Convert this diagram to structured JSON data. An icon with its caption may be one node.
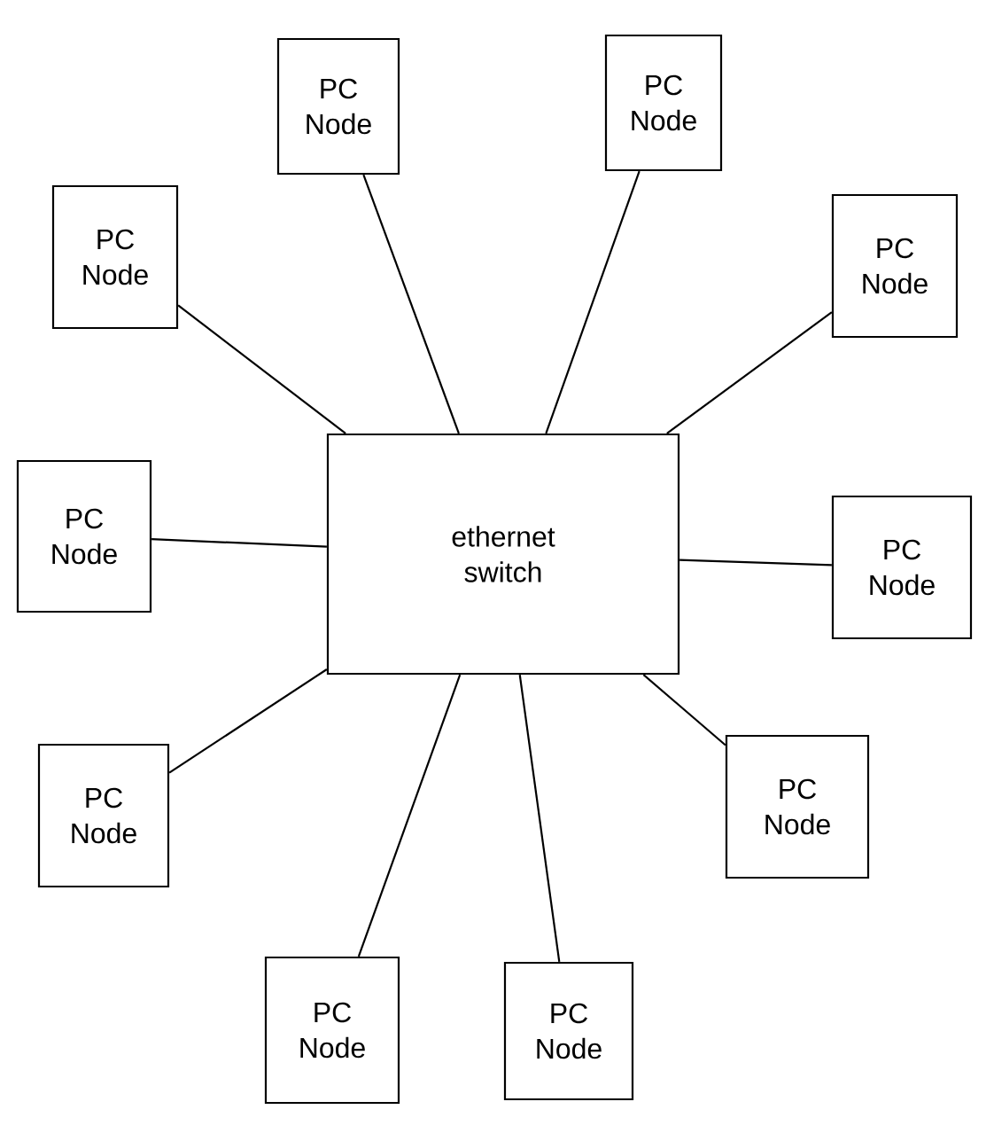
{
  "diagram": {
    "nodes": [
      {
        "text": [
          "ethernet switch"
        ]
      },
      {
        "text": [
          "PC Node"
        ]
      },
      {
        "text": [
          "PC Node"
        ]
      },
      {
        "text": [
          "PC Node"
        ]
      },
      {
        "text": [
          "PC Node"
        ]
      },
      {
        "text": [
          "PC Node"
        ]
      },
      {
        "text": [
          "PC Node"
        ]
      },
      {
        "text": [
          "PC Node"
        ]
      },
      {
        "text": [
          "PC Node"
        ]
      },
      {
        "text": [
          "PC Node"
        ]
      },
      {
        "text": [
          "PC Node"
        ]
      }
    ],
    "edges": [
      {
        "from": 0,
        "to": 1,
        "arrow": "none"
      },
      {
        "from": 0,
        "to": 2,
        "arrow": "none"
      },
      {
        "from": 0,
        "to": 3,
        "arrow": "none"
      },
      {
        "from": 0,
        "to": 4,
        "arrow": "none"
      },
      {
        "from": 0,
        "to": 5,
        "arrow": "none"
      },
      {
        "from": 0,
        "to": 6,
        "arrow": "none"
      },
      {
        "from": 0,
        "to": 7,
        "arrow": "none"
      },
      {
        "from": 0,
        "to": 8,
        "arrow": "none"
      },
      {
        "from": 0,
        "to": 9,
        "arrow": "none"
      },
      {
        "from": 0,
        "to": 10,
        "arrow": "none"
      }
    ]
  }
}
